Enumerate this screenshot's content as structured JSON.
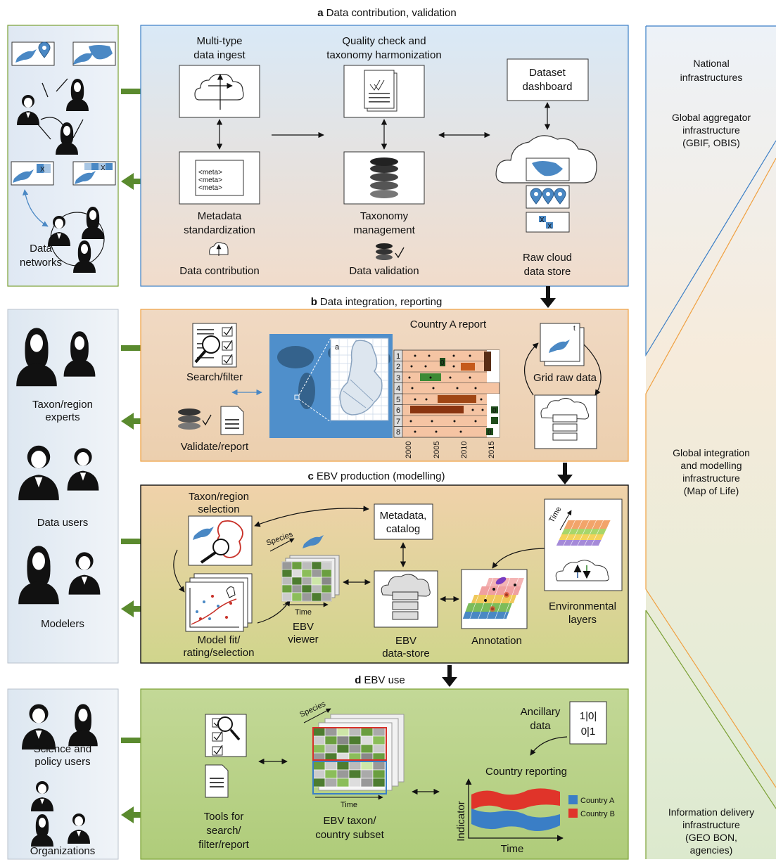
{
  "sections": {
    "a": {
      "letter": "a",
      "title": "Data contribution, validation"
    },
    "b": {
      "letter": "b",
      "title": "Data integration, reporting"
    },
    "c": {
      "letter": "c",
      "title": "EBV production (modelling)"
    },
    "d": {
      "letter": "d",
      "title": "EBV use"
    }
  },
  "panel_a": {
    "ingest": [
      "Multi-type",
      "data ingest"
    ],
    "quality": [
      "Quality check and",
      "taxonomy harmonization"
    ],
    "dashboard": [
      "Dataset",
      "dashboard"
    ],
    "metadata": [
      "Metadata",
      "standardization"
    ],
    "taxonomy": [
      "Taxonomy",
      "management"
    ],
    "contribution": "Data contribution",
    "validation": "Data validation",
    "raw_store": [
      "Raw cloud",
      "data store"
    ],
    "meta_tag": "<meta>",
    "cell_mark": "X"
  },
  "panel_b": {
    "search": "Search/filter",
    "validate": "Validate/report",
    "grid": "Grid raw data",
    "report_title": "Country A report",
    "map_inset": "a",
    "time_mark": "t",
    "row_labels": [
      "1",
      "2",
      "3",
      "4",
      "5",
      "6",
      "7",
      "8"
    ],
    "years": [
      "2000",
      "2005",
      "2010",
      "2015"
    ],
    "cell_marks": [
      "0",
      "0",
      "0"
    ]
  },
  "panel_c": {
    "selection": [
      "Taxon/region",
      "selection"
    ],
    "metadata": [
      "Metadata,",
      "catalog"
    ],
    "model": [
      "Model fit/",
      "rating/selection"
    ],
    "viewer": [
      "EBV",
      "viewer"
    ],
    "store": [
      "EBV",
      "data-store"
    ],
    "annotation": "Annotation",
    "env": [
      "Environmental",
      "layers"
    ],
    "species": "Species",
    "time": "Time"
  },
  "panel_d": {
    "tools": [
      "Tools for",
      "search/",
      "filter/report"
    ],
    "subset": [
      "EBV taxon/",
      "country subset"
    ],
    "ancillary": [
      "Ancillary",
      "data"
    ],
    "ancillary_code": [
      "1|0|",
      "0|1"
    ],
    "country_reporting": "Country reporting",
    "indicator": "Indicator",
    "time": "Time",
    "species": "Species",
    "legend": [
      {
        "name": "Country A",
        "color": "#3a7ec6"
      },
      {
        "name": "Country B",
        "color": "#e0342a"
      }
    ]
  },
  "left": {
    "networks": [
      "Data",
      "networks"
    ],
    "experts": [
      "Taxon/region",
      "experts"
    ],
    "data_users": "Data users",
    "modelers": "Modelers",
    "policy": [
      "Science and",
      "policy users"
    ],
    "organizations": "Organizations"
  },
  "right": {
    "national": [
      "National",
      "infrastructures"
    ],
    "global_agg": [
      "Global aggregator",
      "infrastructure",
      "(GBIF, OBIS)"
    ],
    "global_int": [
      "Global integration",
      "and modelling",
      "infrastructure",
      "(Map of Life)"
    ],
    "info": [
      "Information delivery",
      "infrastructure",
      "(GEO BON,",
      "agencies)"
    ]
  },
  "colors": {
    "arrow_green": "#5a8a2e",
    "bird_blue": "#4a88c4",
    "band_a": "#3a7ec6",
    "band_b": "#e0342a",
    "accent_orange": "#f0a040",
    "accent_green": "#7aa034"
  }
}
